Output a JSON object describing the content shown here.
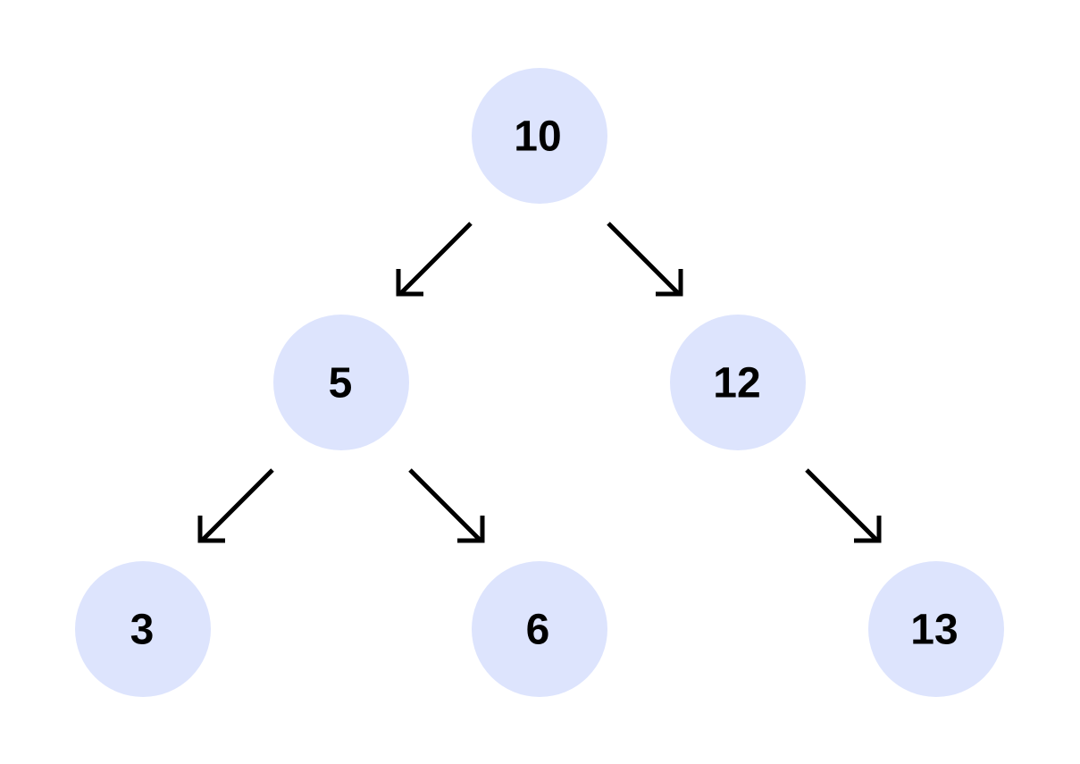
{
  "tree": {
    "nodes": [
      {
        "id": "n10",
        "label": "10"
      },
      {
        "id": "n5",
        "label": "5"
      },
      {
        "id": "n12",
        "label": "12"
      },
      {
        "id": "n3",
        "label": "3"
      },
      {
        "id": "n6",
        "label": "6"
      },
      {
        "id": "n13",
        "label": "13"
      }
    ],
    "edges": [
      {
        "from": "n10",
        "to": "n5"
      },
      {
        "from": "n10",
        "to": "n12"
      },
      {
        "from": "n5",
        "to": "n3"
      },
      {
        "from": "n5",
        "to": "n6"
      },
      {
        "from": "n12",
        "to": "n13"
      }
    ]
  },
  "colors": {
    "node_fill": "#dde4fd",
    "text": "#000000",
    "edge": "#000000"
  }
}
